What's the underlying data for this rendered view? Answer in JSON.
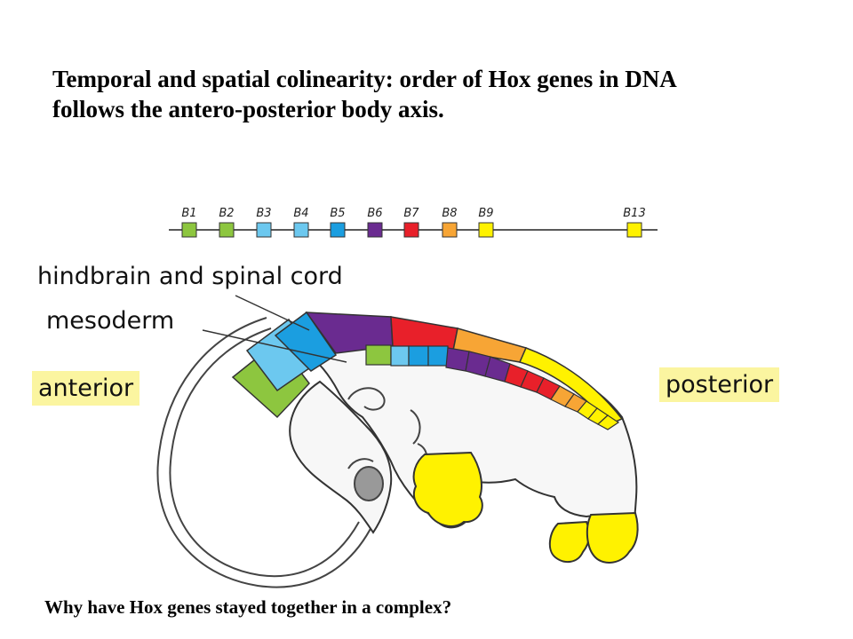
{
  "title_lines": [
    "Temporal and spatial colinearity: order of Hox genes in DNA",
    "follows the antero-posterior body axis."
  ],
  "question": "Why have Hox genes stayed together in a complex?",
  "labels": {
    "hindbrain": "hindbrain and spinal cord",
    "mesoderm": "mesoderm",
    "anterior": "anterior",
    "posterior": "posterior"
  },
  "genes": [
    {
      "name": "B1",
      "color": "#8dc63f"
    },
    {
      "name": "B2",
      "color": "#8dc63f"
    },
    {
      "name": "B3",
      "color": "#6cc8ef"
    },
    {
      "name": "B4",
      "color": "#6cc8ef"
    },
    {
      "name": "B5",
      "color": "#1b9ee0"
    },
    {
      "name": "B6",
      "color": "#6a2b90"
    },
    {
      "name": "B7",
      "color": "#e8202a"
    },
    {
      "name": "B8",
      "color": "#f7a535"
    },
    {
      "name": "B9",
      "color": "#fff200"
    },
    {
      "name": "B13",
      "color": "#fff200"
    }
  ],
  "colors": {
    "green": "#8dc63f",
    "light_blue": "#6cc8ef",
    "blue": "#1b9ee0",
    "purple": "#6a2b90",
    "red": "#e8202a",
    "orange": "#f7a535",
    "yellow": "#fff200",
    "highlight": "#fbf5a0"
  }
}
